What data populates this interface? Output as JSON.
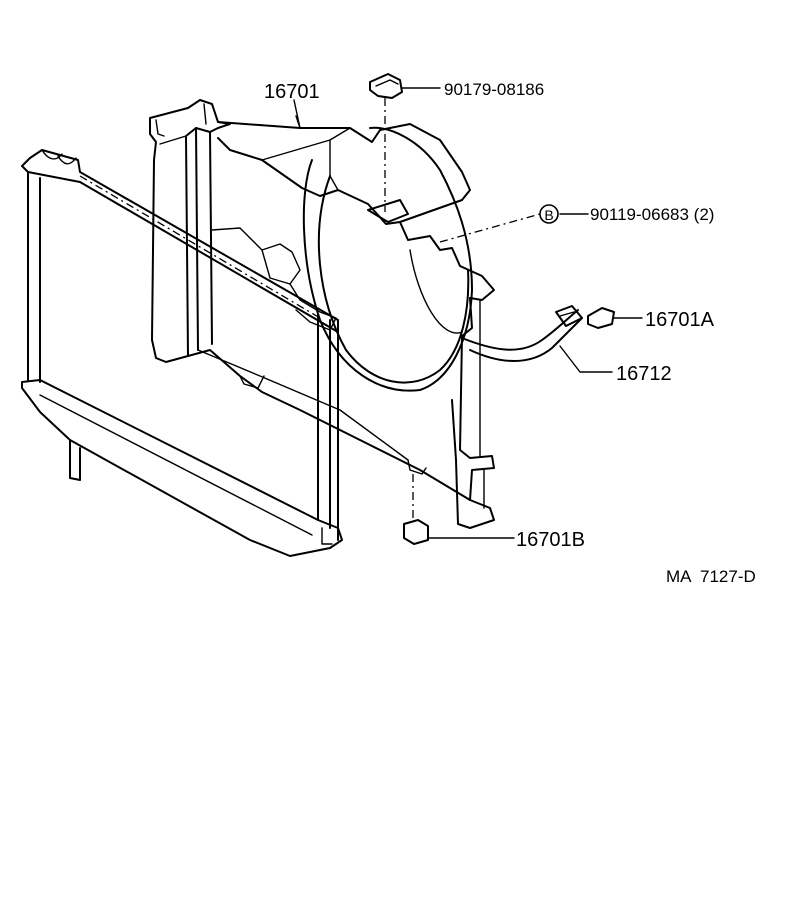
{
  "labels": {
    "shroud": "16701",
    "clip_top": "90179-08186",
    "bolt_b": "90119-06683 (2)",
    "bolt_b_symbol": "B",
    "retainer_a": "16701A",
    "harness": "16712",
    "retainer_b": "16701B"
  },
  "drawing_code": "MA  7127-D"
}
